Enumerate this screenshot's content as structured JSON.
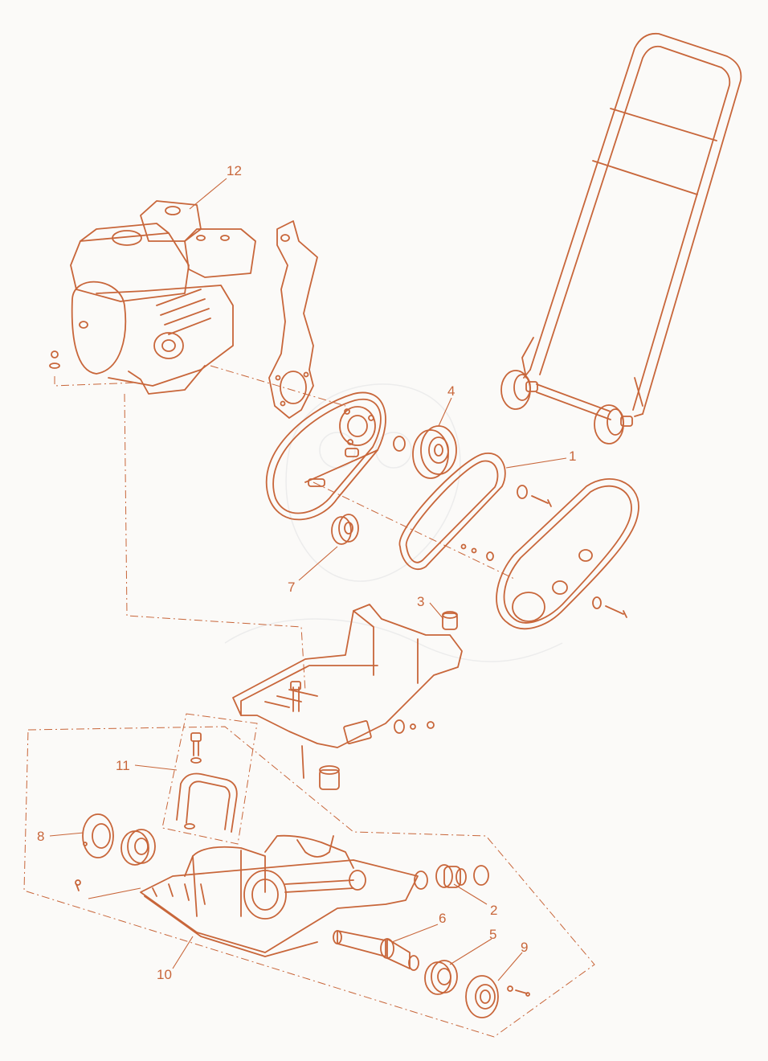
{
  "diagram": {
    "stroke_color": "#c8663a",
    "background_color": "#fbfaf8",
    "callouts": [
      "1",
      "2",
      "3",
      "4",
      "5",
      "6",
      "7",
      "8",
      "9",
      "10",
      "11",
      "12"
    ]
  }
}
